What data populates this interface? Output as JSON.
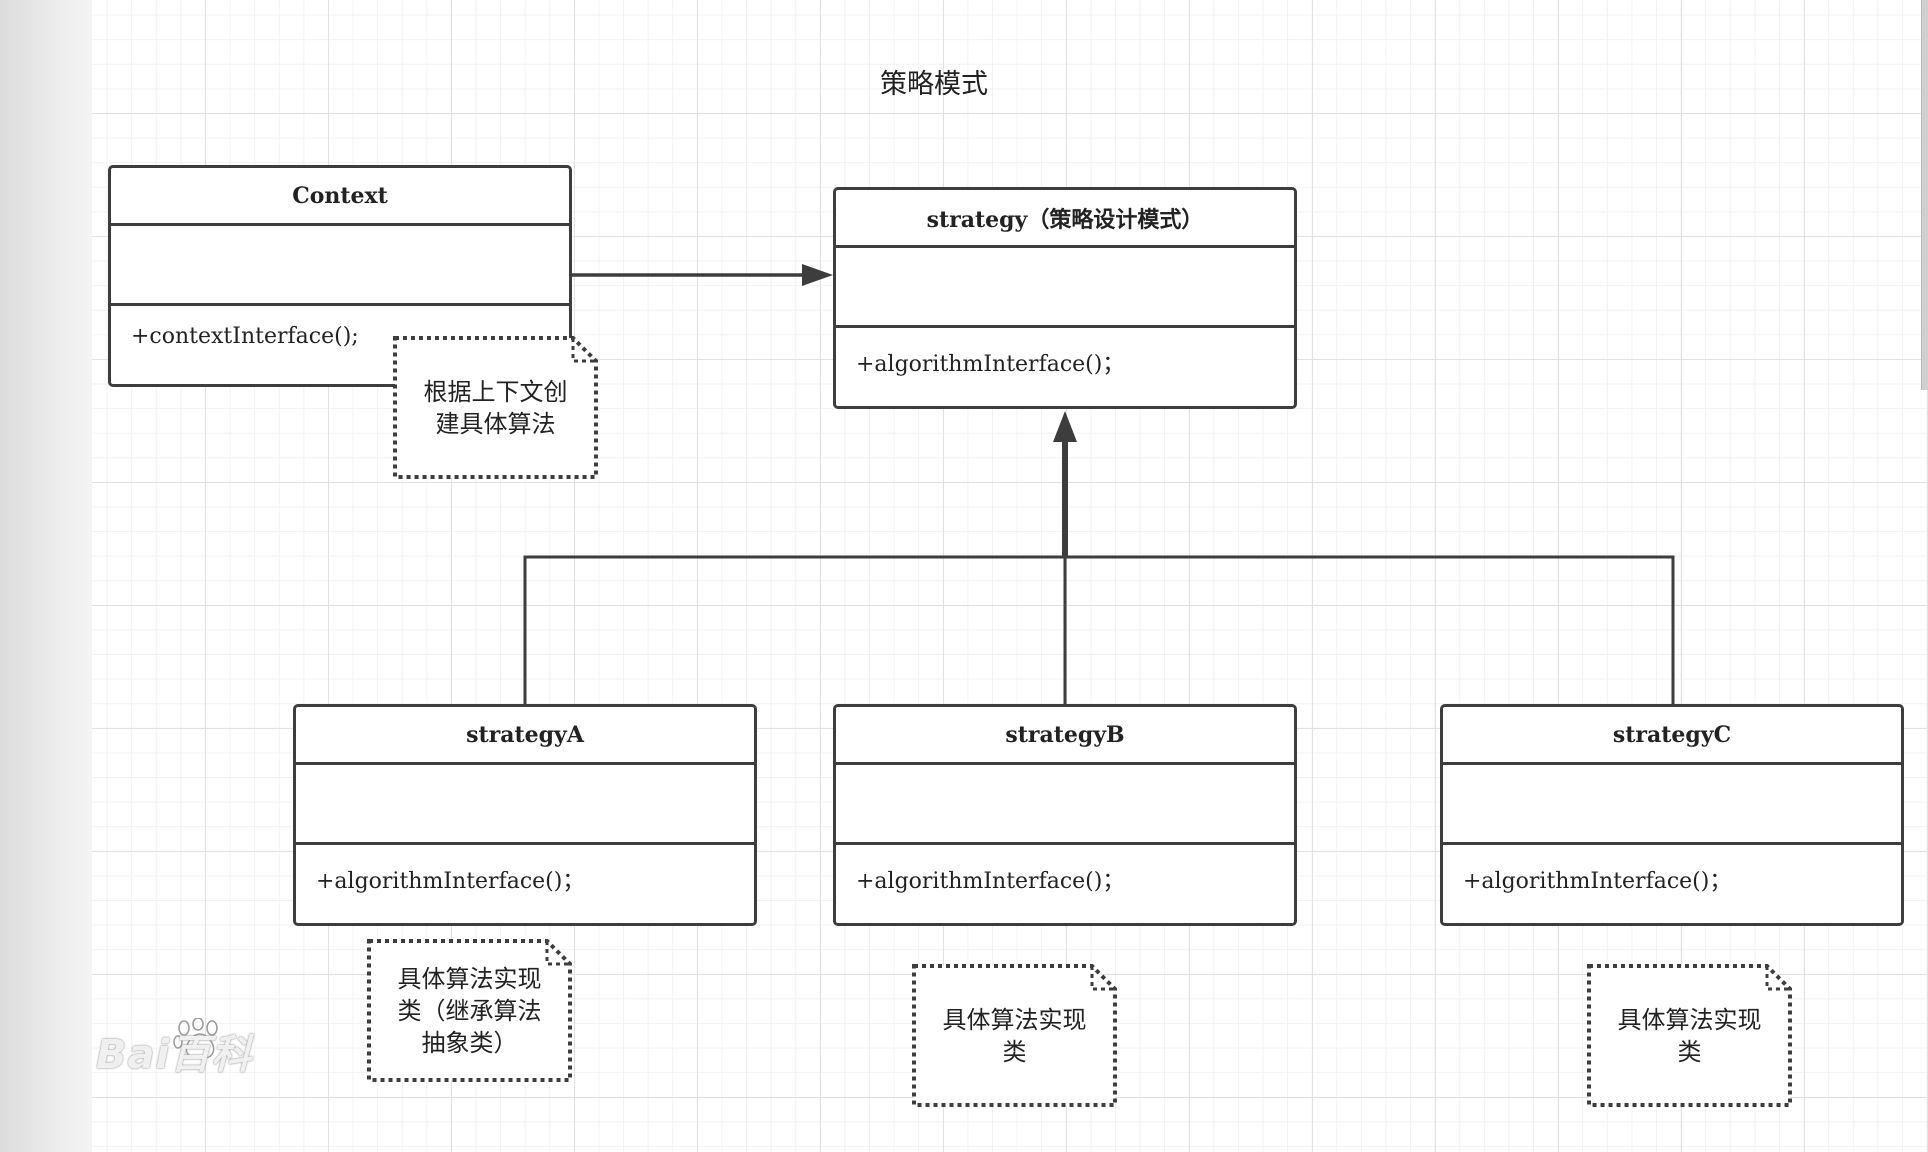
{
  "diagram": {
    "title": "策略模式"
  },
  "classes": {
    "context": {
      "name": "Context",
      "operation": "+contextInterface();"
    },
    "strategy": {
      "name": "strategy（策略设计模式）",
      "operation": "+algorithmInterface()；"
    },
    "strategy_a": {
      "name": "strategyA",
      "operation": "+algorithmInterface()；"
    },
    "strategy_b": {
      "name": "strategyB",
      "operation": "+algorithmInterface()；"
    },
    "strategy_c": {
      "name": "strategyC",
      "operation": "+algorithmInterface()；"
    }
  },
  "notes": {
    "context_note": [
      "根据上下文创",
      "建具体算法"
    ],
    "strategy_a_note": [
      "具体算法实现",
      "类（继承算法",
      "抽象类）"
    ],
    "strategy_b_note": [
      "具体算法实现",
      "类"
    ],
    "strategy_c_note": [
      "具体算法实现",
      "类"
    ]
  },
  "watermark": {
    "text": "Bai百科",
    "logo": "baidu-paw-logo"
  },
  "colors": {
    "stroke": "#3d3d3d",
    "grid_major": "#e2e2e2",
    "grid_minor": "#f2f2f2"
  }
}
